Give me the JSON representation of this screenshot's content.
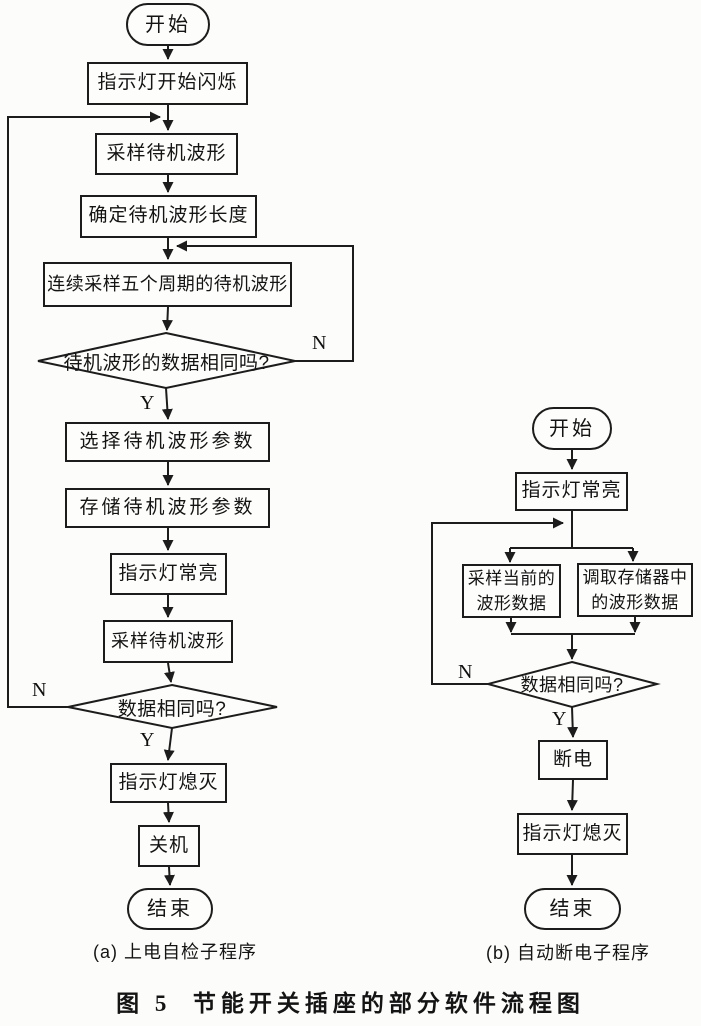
{
  "figure_caption": "图 5  节能开关插座的部分软件流程图",
  "ink_color": "#1c1c1c",
  "paper_color": "#fcfcfa",
  "flow_a": {
    "caption": "(a) 上电自检子程序",
    "start": "开始",
    "step1": "指示灯开始闪烁",
    "step2": "采样待机波形",
    "step3": "确定待机波形长度",
    "step4": "连续采样五个周期的待机波形",
    "decision1": "待机波形的数据相同吗?",
    "step5": "选择待机波形参数",
    "step6": "存储待机波形参数",
    "step7": "指示灯常亮",
    "step8": "采样待机波形",
    "decision2": "数据相同吗?",
    "step9": "指示灯熄灭",
    "step10": "关机",
    "end": "结束",
    "yes_label": "Y",
    "no_label": "N"
  },
  "flow_b": {
    "caption": "(b) 自动断电子程序",
    "start": "开始",
    "step1": "指示灯常亮",
    "branch_left_line1": "采样当前的",
    "branch_left_line2": "波形数据",
    "branch_right_line1": "调取存储器中",
    "branch_right_line2": "的波形数据",
    "decision": "数据相同吗?",
    "step2": "断电",
    "step3": "指示灯熄灭",
    "end": "结束",
    "yes_label": "Y",
    "no_label": "N"
  }
}
